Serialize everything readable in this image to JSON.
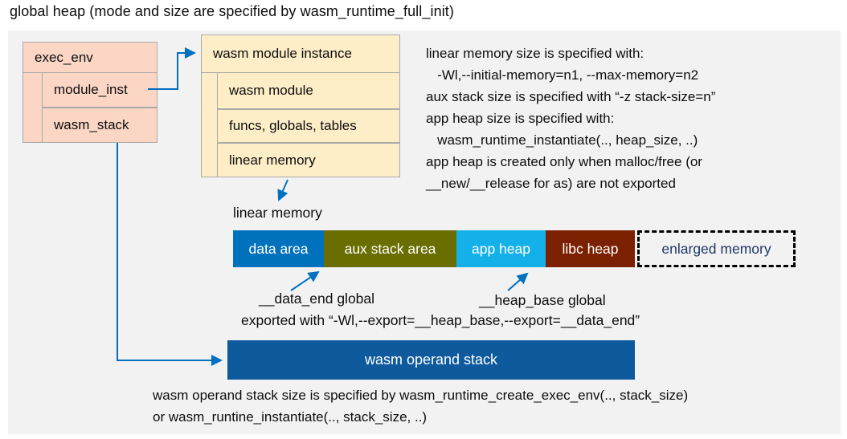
{
  "title": "global heap (mode and size are specified by wasm_runtime_full_init)",
  "exec_env": {
    "header": "exec_env",
    "fields": [
      "module_inst",
      "wasm_stack"
    ]
  },
  "module_instance": {
    "header": "wasm module instance",
    "fields": [
      "wasm module",
      "funcs, globals, tables",
      "linear memory"
    ]
  },
  "notes_right": [
    "linear memory size is specified with:",
    "   -Wl,--initial-memory=n1, --max-memory=n2",
    "aux stack size is specified with “-z stack-size=n”",
    "app heap size is specified with:",
    "   wasm_runtime_instantiate(.., heap_size, ..)",
    "app heap is created only when malloc/free (or",
    "__new/__release for as) are not exported"
  ],
  "labels": {
    "linear_memory": "linear memory",
    "data_end": "__data_end global",
    "heap_base": "__heap_base global",
    "exported": "exported with “-Wl,--export=__heap_base,--export=__data_end”"
  },
  "memory_bar": {
    "segments": [
      {
        "label": "data area",
        "color": "#0071bc"
      },
      {
        "label": "aux stack area",
        "color": "#6a6e00"
      },
      {
        "label": "app heap",
        "color": "#14b0ea"
      },
      {
        "label": "libc heap",
        "color": "#7b2000"
      }
    ],
    "enlarged": {
      "label": "enlarged memory",
      "text_color": "#1f3864"
    }
  },
  "operand_stack": {
    "label": "wasm operand stack",
    "color": "#0e5a9d"
  },
  "notes_bottom": [
    "wasm operand stack size is specified by wasm_runtime_create_exec_env(.., stack_size)",
    "or wasm_runtine_instantiate(.., stack_size, ..)"
  ],
  "colors": {
    "panel_bg": "#f2f2f2",
    "exec_env_fill": "#fbd6c5",
    "module_instance_fill": "#fdeec8",
    "connector_blue": "#0070c0",
    "box_border": "#a9a9a9"
  }
}
